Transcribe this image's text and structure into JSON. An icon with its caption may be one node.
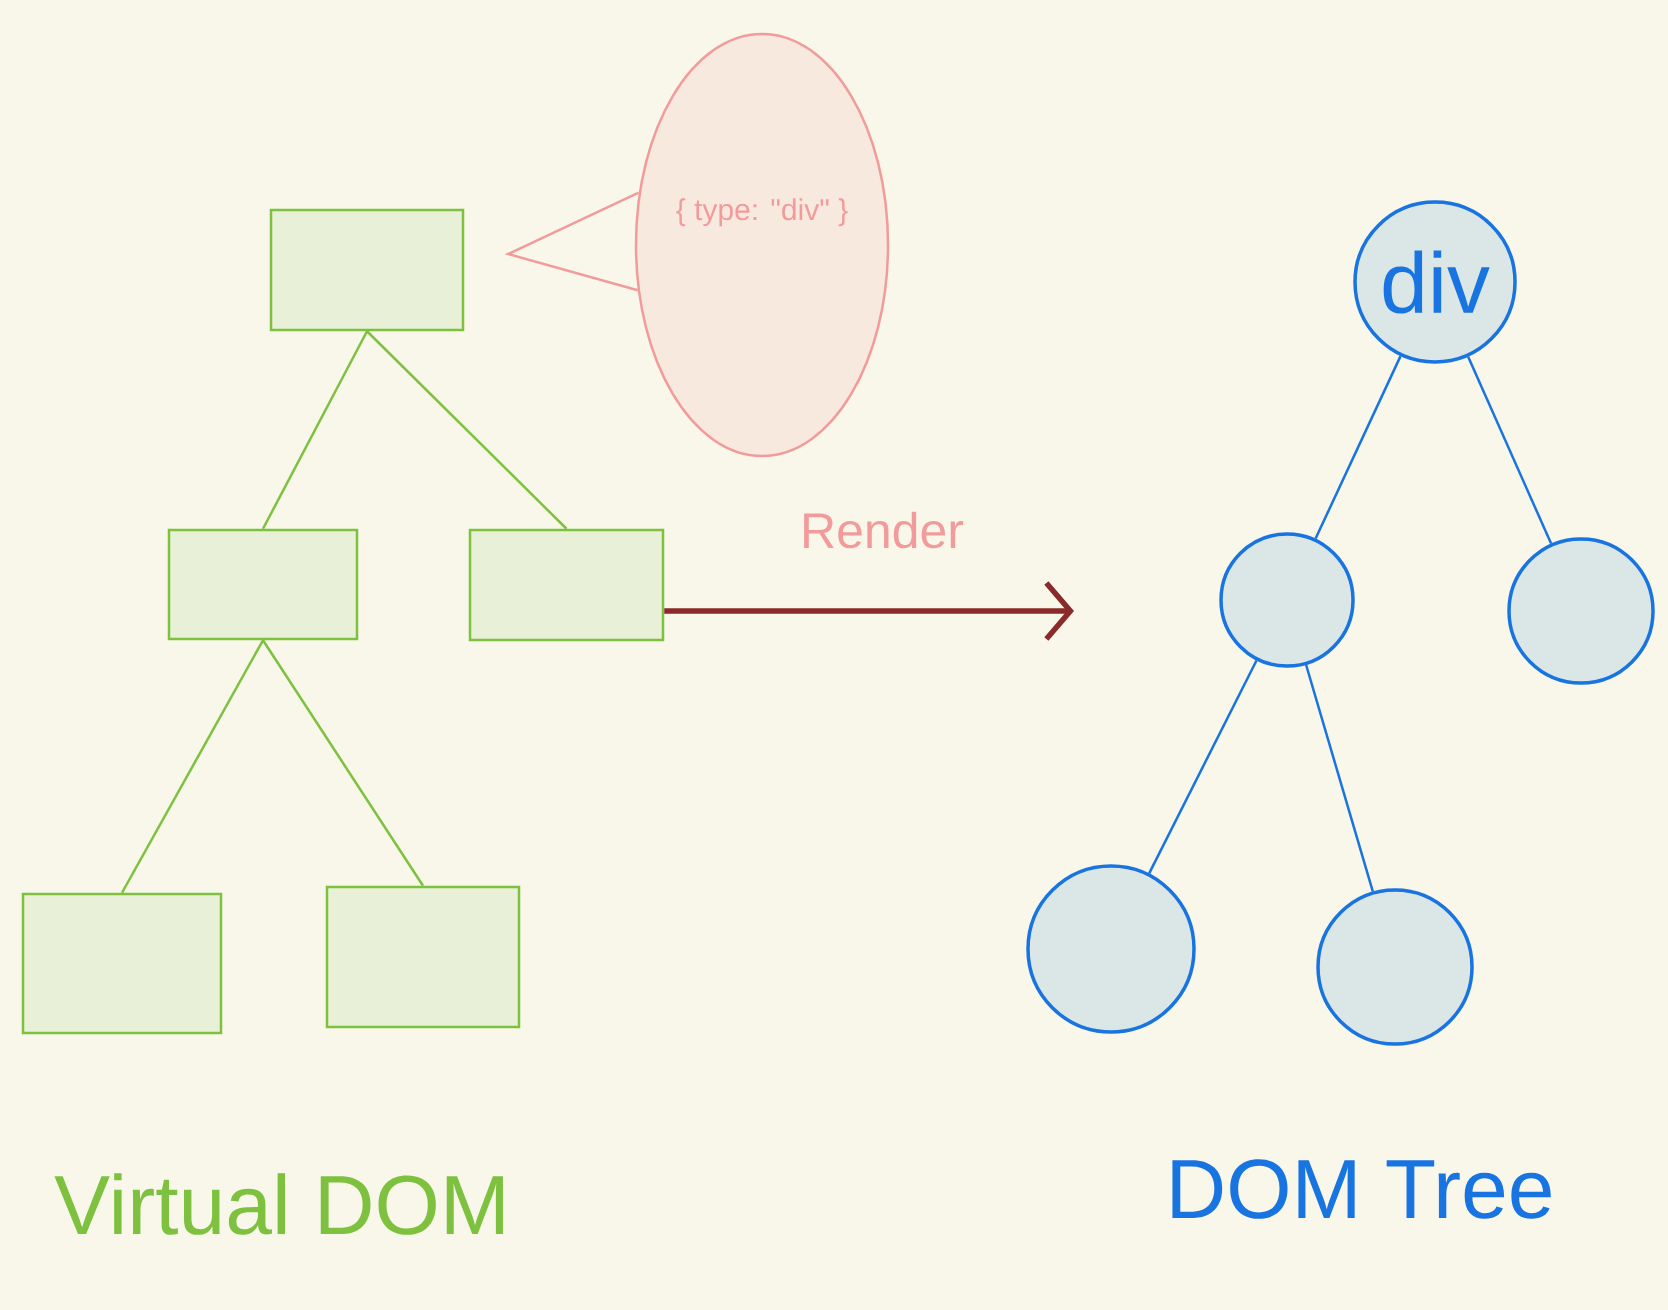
{
  "diagram": {
    "nodes": [
      {
        "text": [],
        "shape": "box"
      },
      {
        "text": [],
        "shape": "box"
      },
      {
        "text": [],
        "shape": "box"
      },
      {
        "text": [],
        "shape": "box"
      },
      {
        "text": [],
        "shape": "box"
      },
      {
        "text": [
          "{ type: \"div\" }"
        ]
      },
      {
        "text": [
          "div"
        ]
      },
      {
        "text": [],
        "shape": "circle"
      },
      {
        "text": [],
        "shape": "circle"
      },
      {
        "text": [],
        "shape": "circle"
      },
      {
        "text": [],
        "shape": "circle"
      }
    ],
    "edges": [
      {
        "from": 0,
        "to": 1,
        "arrow": "none"
      },
      {
        "from": 0,
        "to": 2,
        "arrow": "none"
      },
      {
        "from": 1,
        "to": 3,
        "arrow": "none"
      },
      {
        "from": 1,
        "to": 4,
        "arrow": "none"
      },
      {
        "from": 2,
        "to": null,
        "arrow": "to",
        "label": "Render",
        "style": "thick",
        "color": "#8b2a2a"
      },
      {
        "from": 6,
        "to": 7,
        "arrow": "none",
        "color": "#1874e0"
      },
      {
        "from": 6,
        "to": 8,
        "arrow": "none",
        "color": "#1874e0"
      },
      {
        "from": 7,
        "to": 9,
        "arrow": "none",
        "color": "#1874e0"
      },
      {
        "from": 7,
        "to": 10,
        "arrow": "none",
        "color": "#1874e0"
      }
    ],
    "labels": [
      "Virtual DOM",
      "DOM Tree"
    ]
  }
}
